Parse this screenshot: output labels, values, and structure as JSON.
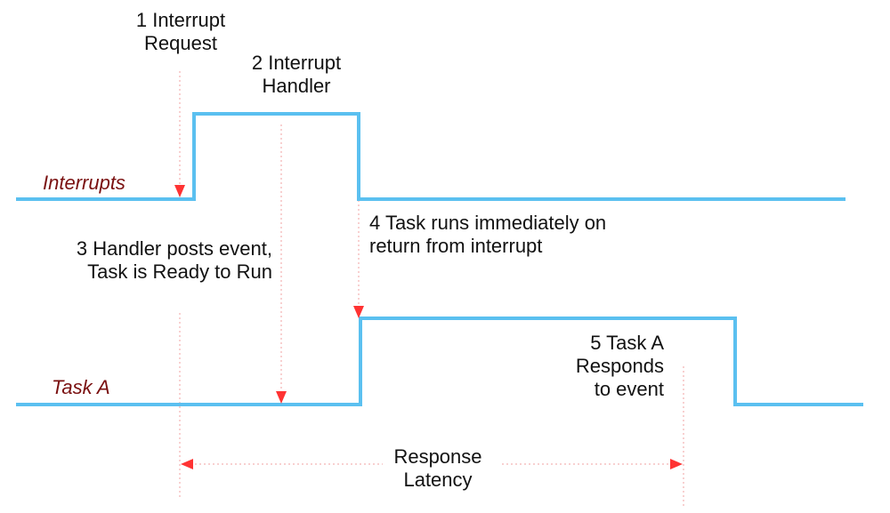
{
  "signals": {
    "interrupts": {
      "label": "Interrupts"
    },
    "task_a": {
      "label": "Task A"
    }
  },
  "annotations": {
    "step1": {
      "line1": "1 Interrupt",
      "line2": "Request"
    },
    "step2": {
      "line1": "2 Interrupt",
      "line2": "Handler"
    },
    "step3": {
      "line1": "3 Handler posts event,",
      "line2": "Task is Ready to Run"
    },
    "step4": {
      "line1": "4 Task runs immediately on",
      "line2": "return from interrupt"
    },
    "step5": {
      "line1": "5 Task A",
      "line2": "Responds",
      "line3": "to event"
    },
    "latency": {
      "line1": "Response",
      "line2": "Latency"
    }
  },
  "colors": {
    "signal": "#5bc0f0",
    "marker": "#ff3333",
    "guide": "#f2a0a0",
    "signal_label": "#7a1010"
  }
}
